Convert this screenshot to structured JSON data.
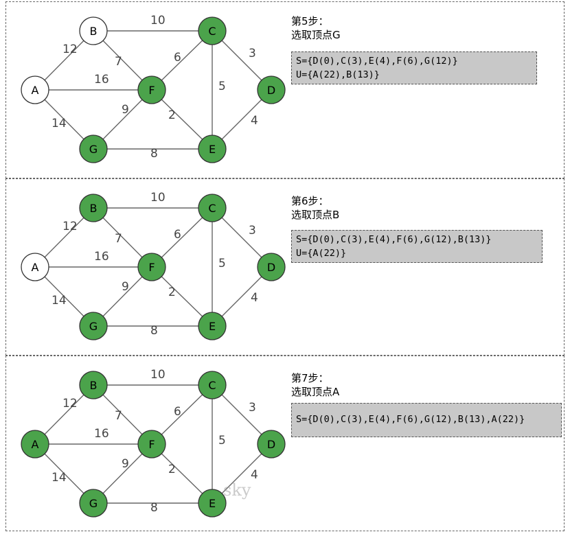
{
  "colors": {
    "selected": "#4ba34b",
    "unselected": "#ffffff",
    "edge": "#666666",
    "box": "#c8c8c8"
  },
  "nodes": [
    "A",
    "B",
    "C",
    "D",
    "E",
    "F",
    "G"
  ],
  "edges": [
    {
      "from": "A",
      "to": "B",
      "w": "12"
    },
    {
      "from": "A",
      "to": "F",
      "w": "16"
    },
    {
      "from": "A",
      "to": "G",
      "w": "14"
    },
    {
      "from": "B",
      "to": "C",
      "w": "10"
    },
    {
      "from": "B",
      "to": "F",
      "w": "7"
    },
    {
      "from": "C",
      "to": "F",
      "w": "6"
    },
    {
      "from": "C",
      "to": "D",
      "w": "3"
    },
    {
      "from": "C",
      "to": "E",
      "w": "5"
    },
    {
      "from": "D",
      "to": "E",
      "w": "4"
    },
    {
      "from": "F",
      "to": "E",
      "w": "2"
    },
    {
      "from": "F",
      "to": "G",
      "w": "9"
    },
    {
      "from": "G",
      "to": "E",
      "w": "8"
    }
  ],
  "steps": [
    {
      "line1": "第5步：",
      "line2": "选取顶点G",
      "set_lines": [
        "S={D(0),C(3),E(4),F(6),G(12)}",
        "U={A(22),B(13)}"
      ],
      "selected": [
        "C",
        "D",
        "E",
        "F",
        "G"
      ]
    },
    {
      "line1": "第6步：",
      "line2": "选取顶点B",
      "set_lines": [
        "S={D(0),C(3),E(4),F(6),G(12),B(13)}",
        "U={A(22)}"
      ],
      "selected": [
        "B",
        "C",
        "D",
        "E",
        "F",
        "G"
      ]
    },
    {
      "line1": "第7步：",
      "line2": "选取顶点A",
      "set_lines": [
        "S={D(0),C(3),E(4),F(6),G(12),B(13),A(22)}"
      ],
      "selected": [
        "A",
        "B",
        "C",
        "D",
        "E",
        "F",
        "G"
      ]
    }
  ],
  "watermark": "sky"
}
